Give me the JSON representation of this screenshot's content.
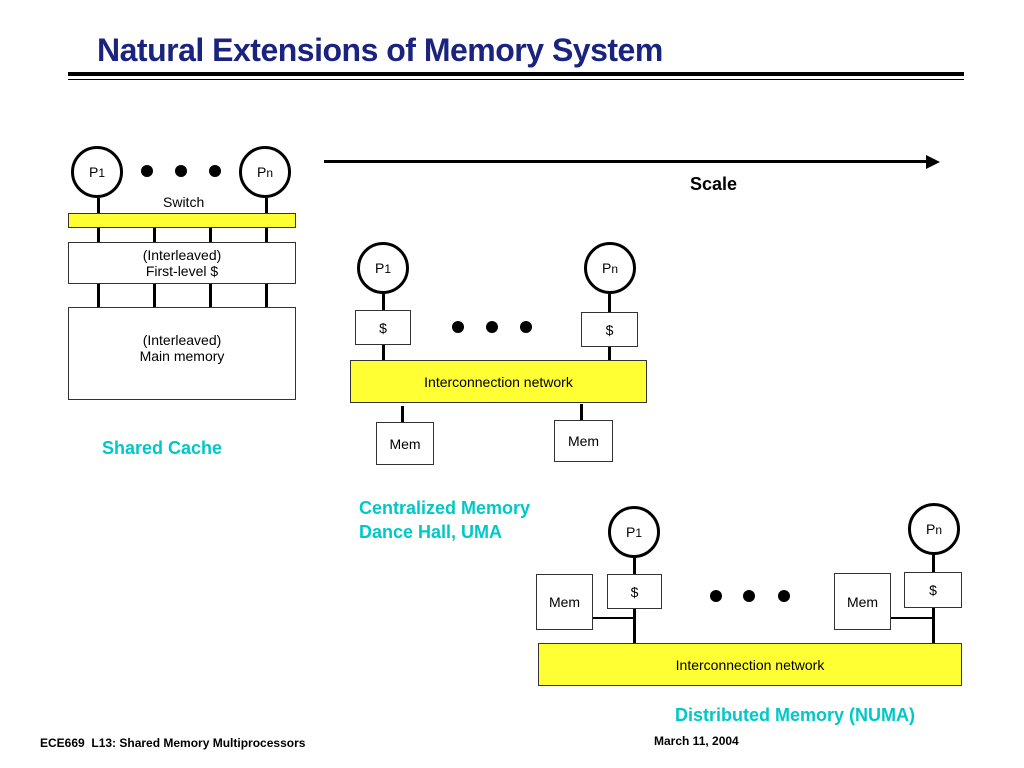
{
  "slide": {
    "title": "Natural Extensions of Memory System",
    "scale_label": "Scale"
  },
  "shared_cache": {
    "p_first": "P",
    "p_first_sub": "1",
    "p_last": "P",
    "p_last_sub": "n",
    "switch_label": "Switch",
    "cache_line1": "(Interleaved)",
    "cache_line2": "First-level $",
    "mem_line1": "(Interleaved)",
    "mem_line2": "Main memory",
    "caption": "Shared Cache"
  },
  "centralized": {
    "p_first": "P",
    "p_first_sub": "1",
    "p_last": "P",
    "p_last_sub": "n",
    "cache_left": "$",
    "cache_right": "$",
    "network": "Interconnection network",
    "mem_left": "Mem",
    "mem_right": "Mem",
    "caption_line1": "Centralized Memory",
    "caption_line2": "Dance Hall, UMA"
  },
  "distributed": {
    "p_first": "P",
    "p_first_sub": "1",
    "p_last": "P",
    "p_last_sub": "n",
    "mem_left": "Mem",
    "cache_left": "$",
    "mem_right": "Mem",
    "cache_right": "$",
    "network": "Interconnection network",
    "caption": "Distributed Memory (NUMA)"
  },
  "footer": {
    "left": "ECE669  L13: Shared Memory Multiprocessors",
    "right": "March 11, 2004"
  }
}
